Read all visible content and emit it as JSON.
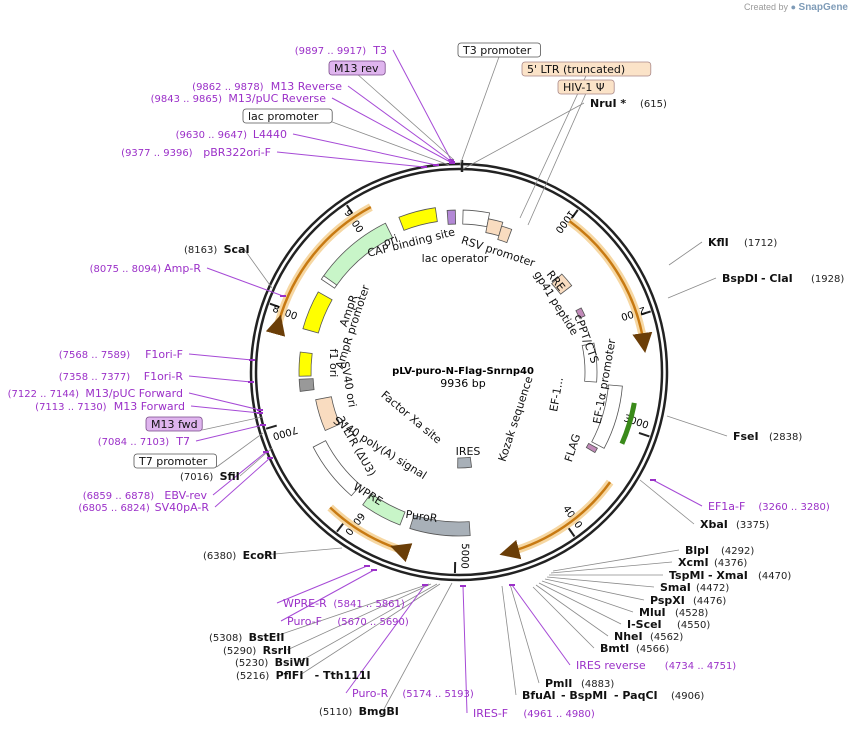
{
  "credit": {
    "prefix": "Created by",
    "brand": "SnapGene"
  },
  "plasmid": {
    "name": "pLV-puro-N-Flag-Snrnp40",
    "length": "9936 bp",
    "total_bp": 9936
  },
  "ticks": [
    "1000",
    "2000",
    "3000",
    "4000",
    "5000",
    "6000",
    "7000",
    "8000",
    "9000"
  ],
  "colors": {
    "primer": "#9b30c8",
    "enzyme": "#111111",
    "backbone": "#222222",
    "orange_arrow": "#c87a12",
    "yellow": "#ffff00",
    "green_feature": "#c8f5c8",
    "promoter_white": "#ffffff",
    "ltr_peach": "#f9dcc0",
    "ires_gray": "#a8b0b8",
    "flag_purple": "#c08ab8"
  },
  "features": [
    {
      "name": "lac operator",
      "bp": 9900
    },
    {
      "name": "CAP binding site",
      "bp": 9840
    },
    {
      "name": "ori",
      "bp": 9380
    },
    {
      "name": "RSV promoter",
      "bp": 230
    },
    {
      "name": "RRE",
      "bp": 1250
    },
    {
      "name": "gp41 peptide",
      "bp": 1550
    },
    {
      "name": "cPPT/CTS",
      "bp": 2030
    },
    {
      "name": "EF-1α promoter",
      "bp": 2700
    },
    {
      "name": "FLAG",
      "bp": 3300
    },
    {
      "name": "Kozak sequence",
      "bp": 3270
    },
    {
      "name": "EF-1...",
      "bp": 3010
    },
    {
      "name": "IRES",
      "bp": 4770
    },
    {
      "name": "PuroR",
      "bp": 5450
    },
    {
      "name": "WPRE",
      "bp": 6200
    },
    {
      "name": "3' LTR (ΔU3)",
      "bp": 6560
    },
    {
      "name": "SV40 poly(A) signal",
      "bp": 6950
    },
    {
      "name": "Factor Xa site",
      "bp": 7150
    },
    {
      "name": "SV40 ori",
      "bp": 7700
    },
    {
      "name": "f1 ori",
      "bp": 7700
    },
    {
      "name": "AmpR",
      "bp": 8450
    },
    {
      "name": "AmpR promoter",
      "bp": 8620
    }
  ],
  "boxed_labels": [
    {
      "name": "T3 promoter",
      "bp": 9920
    },
    {
      "name": "5' LTR (truncated)",
      "bp": 420
    },
    {
      "name": "HIV-1 Ψ",
      "bp": 560
    },
    {
      "name": "lac promoter",
      "bp": 9870
    },
    {
      "name": "M13 rev",
      "bp": 9900
    },
    {
      "name": "M13 fwd",
      "bp": 7130
    },
    {
      "name": "T7 promoter",
      "bp": 7085
    }
  ],
  "enzymes": [
    {
      "name": "NruI *",
      "pos": "(615)"
    },
    {
      "name": "KflI",
      "pos": "(1712)"
    },
    {
      "name": "BspDI",
      "name2": "ClaI",
      "pos": "(1928)"
    },
    {
      "name": "FseI",
      "pos": "(2838)"
    },
    {
      "name": "XbaI",
      "pos": "(3375)"
    },
    {
      "name": "BlpI",
      "pos": "(4292)"
    },
    {
      "name": "XcmI",
      "pos": "(4376)"
    },
    {
      "name": "TspMI",
      "name2": "XmaI",
      "pos": "(4470)"
    },
    {
      "name": "SmaI",
      "pos": "(4472)"
    },
    {
      "name": "PspXI",
      "pos": "(4476)"
    },
    {
      "name": "MluI",
      "pos": "(4528)"
    },
    {
      "name": "I-SceI",
      "pos": "(4550)"
    },
    {
      "name": "NheI",
      "pos": "(4562)"
    },
    {
      "name": "BmtI",
      "pos": "(4566)"
    },
    {
      "name": "PmlI",
      "pos": "(4883)"
    },
    {
      "name": "BfuAI",
      "name2": "BspMI",
      "name3": "PaqCI",
      "pos": "(4906)"
    },
    {
      "name": "BmgBI",
      "pos": "(5110)"
    },
    {
      "name": "PflFI",
      "name2": "Tth111I",
      "pos": "(5216)"
    },
    {
      "name": "BsiWI",
      "pos": "(5230)"
    },
    {
      "name": "RsrII",
      "pos": "(5290)"
    },
    {
      "name": "BstEII",
      "pos": "(5308)"
    },
    {
      "name": "EcoRI",
      "pos": "(6380)"
    },
    {
      "name": "SfiI",
      "pos": "(7016)"
    },
    {
      "name": "ScaI",
      "pos": "(8163)"
    }
  ],
  "primers": [
    {
      "name": "T3",
      "range": "(9897 .. 9917)"
    },
    {
      "name": "M13 Reverse",
      "range": "(9862 .. 9878)"
    },
    {
      "name": "M13/pUC Reverse",
      "range": "(9843 .. 9865)"
    },
    {
      "name": "L4440",
      "range": "(9630 .. 9647)"
    },
    {
      "name": "pBR322ori-F",
      "range": "(9377 .. 9396)"
    },
    {
      "name": "Amp-R",
      "range": "(8075 .. 8094)"
    },
    {
      "name": "F1ori-F",
      "range": "(7568 .. 7589)"
    },
    {
      "name": "F1ori-R",
      "range": "(7358 .. 7377)"
    },
    {
      "name": "M13/pUC Forward",
      "range": "(7122 .. 7144)"
    },
    {
      "name": "M13 Forward",
      "range": "(7113 .. 7130)"
    },
    {
      "name": "T7",
      "range": "(7084 .. 7103)"
    },
    {
      "name": "EBV-rev",
      "range": "(6859 .. 6878)"
    },
    {
      "name": "SV40pA-R",
      "range": "(6805 .. 6824)"
    },
    {
      "name": "EF1a-F",
      "range": "(3260 .. 3280)"
    },
    {
      "name": "IRES reverse",
      "range": "(4734 .. 4751)"
    },
    {
      "name": "IRES-F",
      "range": "(4961 .. 4980)"
    },
    {
      "name": "Puro-R",
      "range": "(5174 .. 5193)"
    },
    {
      "name": "Puro-F",
      "range": "(5670 .. 5690)"
    },
    {
      "name": "WPRE-R",
      "range": "(5841 .. 5861)"
    }
  ]
}
